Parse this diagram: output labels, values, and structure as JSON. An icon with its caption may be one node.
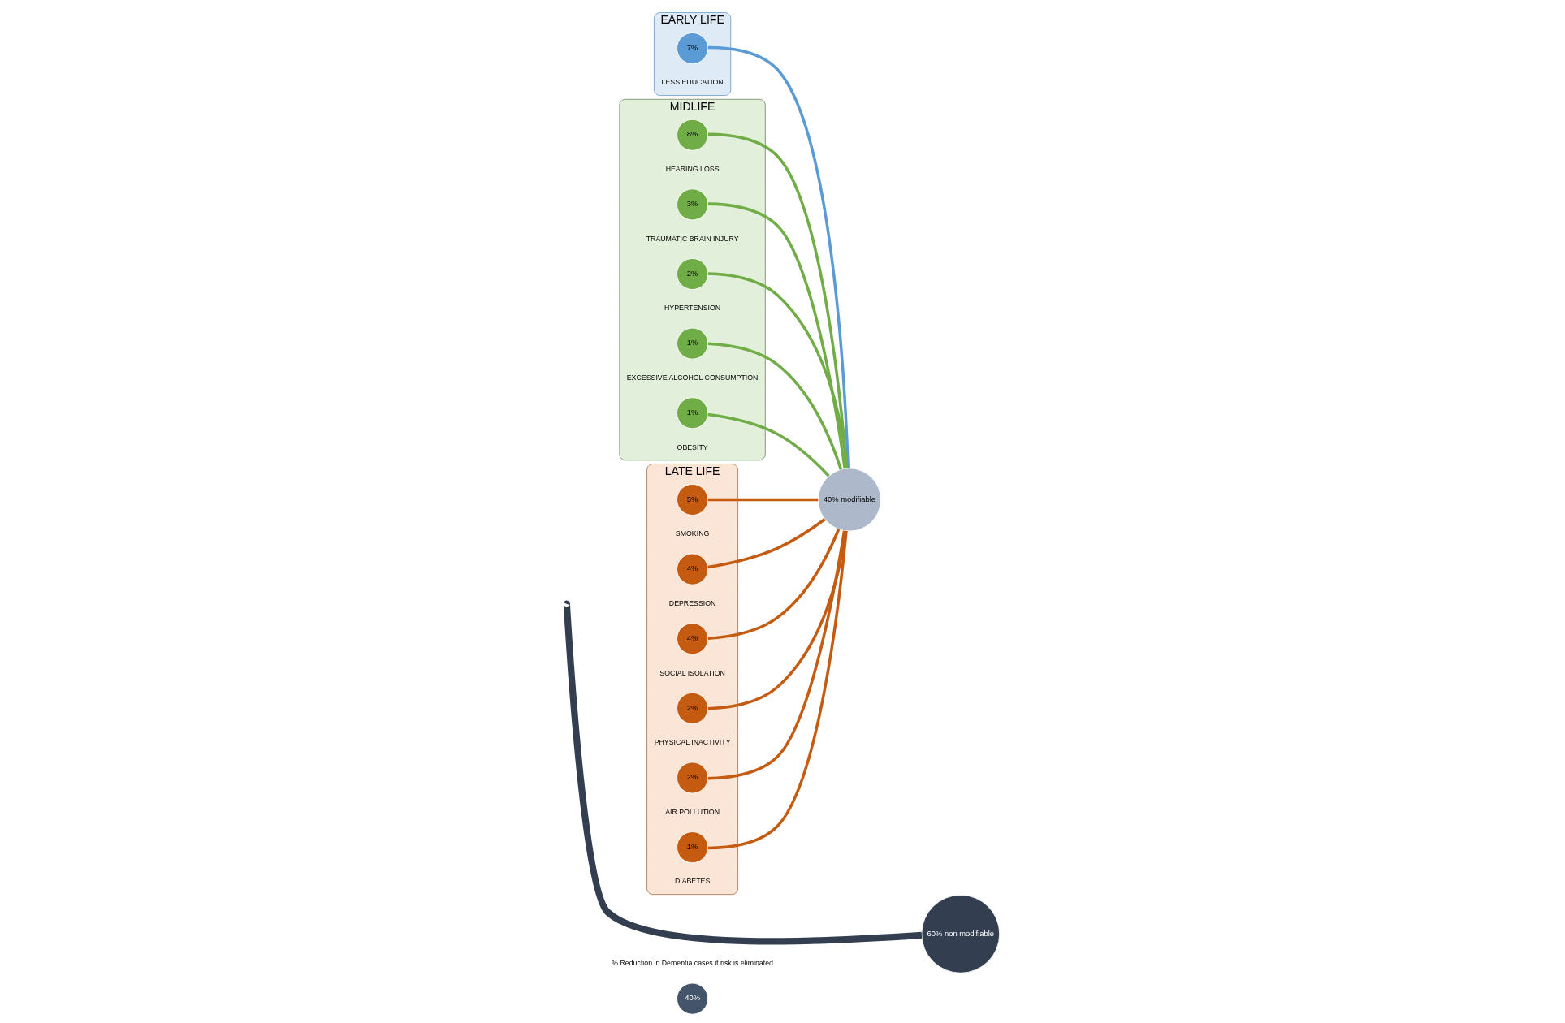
{
  "diagram": {
    "nodes": [
      {
        "text": [
          "EARLY LIFE"
        ]
      },
      {
        "text": [
          "7%"
        ],
        "in": 0,
        "beside": [
          "LESS EDUCATION"
        ]
      },
      {
        "text": [
          "MIDLIFE"
        ]
      },
      {
        "text": [
          "8%"
        ],
        "in": 2,
        "beside": [
          "HEARING LOSS"
        ]
      },
      {
        "text": [
          "3%"
        ],
        "in": 2,
        "beside": [
          "TRAUMATIC BRAIN INJURY"
        ]
      },
      {
        "text": [
          "2%"
        ],
        "in": 2,
        "beside": [
          "HYPERTENSION"
        ]
      },
      {
        "text": [
          "1%"
        ],
        "in": 2,
        "beside": [
          "EXCESSIVE ALCOHOL CONSUMPTION"
        ]
      },
      {
        "text": [
          "1%"
        ],
        "in": 2,
        "beside": [
          "OBESITY"
        ]
      },
      {
        "text": [
          "LATE LIFE"
        ]
      },
      {
        "text": [
          "5%"
        ],
        "in": 8,
        "beside": [
          "SMOKING"
        ]
      },
      {
        "text": [
          "4%"
        ],
        "in": 8,
        "beside": [
          "DEPRESSION"
        ]
      },
      {
        "text": [
          "4%"
        ],
        "in": 8,
        "beside": [
          "SOCIAL ISOLATION"
        ]
      },
      {
        "text": [
          "2%"
        ],
        "in": 8,
        "beside": [
          "PHYSICAL INACTIVITY"
        ]
      },
      {
        "text": [
          "2%"
        ],
        "in": 8,
        "beside": [
          "AIR POLLUTION"
        ]
      },
      {
        "text": [
          "1%"
        ],
        "in": 8,
        "beside": [
          "DIABETES"
        ]
      },
      {
        "text": [
          "40% modifiable"
        ]
      },
      {
        "text": [
          "60% non modifiable"
        ]
      },
      {
        "text": [
          "40%"
        ],
        "beside": [
          "% Reduction in Dementia cases if risk is eliminated"
        ]
      }
    ],
    "edges": [
      {
        "from": 1,
        "to": 15,
        "arrow": "none",
        "color": "#5b9bd5"
      },
      {
        "from": 3,
        "to": 15,
        "arrow": "none",
        "color": "#70ad47"
      },
      {
        "from": 4,
        "to": 15,
        "arrow": "none",
        "color": "#70ad47"
      },
      {
        "from": 5,
        "to": 15,
        "arrow": "none",
        "color": "#70ad47"
      },
      {
        "from": 6,
        "to": 15,
        "arrow": "none",
        "color": "#70ad47"
      },
      {
        "from": 7,
        "to": 15,
        "arrow": "none",
        "color": "#70ad47"
      },
      {
        "from": 9,
        "to": 15,
        "arrow": "none",
        "color": "#c55a11"
      },
      {
        "from": 10,
        "to": 15,
        "arrow": "none",
        "color": "#c55a11"
      },
      {
        "from": 11,
        "to": 15,
        "arrow": "none",
        "color": "#c55a11"
      },
      {
        "from": 12,
        "to": 15,
        "arrow": "none",
        "color": "#c55a11"
      },
      {
        "from": 13,
        "to": 15,
        "arrow": "none",
        "color": "#c55a11"
      },
      {
        "from": 14,
        "to": 15,
        "arrow": "none",
        "color": "#c55a11"
      },
      {
        "from": null,
        "to": 16,
        "arrow": "none",
        "style": "thick",
        "color": "#333f50"
      }
    ]
  }
}
